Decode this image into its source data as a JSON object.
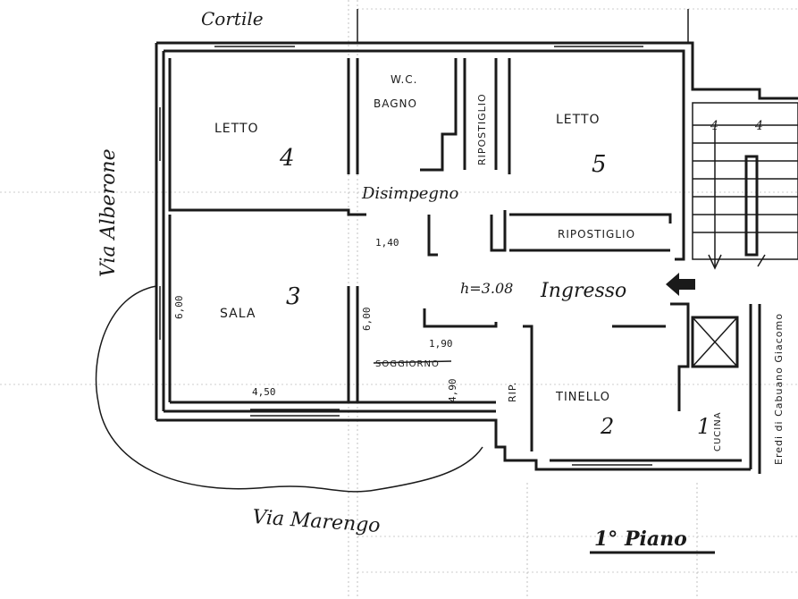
{
  "labels": {
    "courtyard": "Cortile",
    "street_left": "Via Alberone",
    "street_bottom": "Via Marengo",
    "neighbor_right": "Eredi di Cabuano Giacomo",
    "floor": "1° Piano",
    "height": "h=3.08",
    "entrance": "Ingresso",
    "disimpegno": "Disimpegno",
    "cucina": "CUCINA"
  },
  "rooms": {
    "letto4": {
      "name": "LETTO",
      "number": "4"
    },
    "wc_bagno": {
      "name_top": "W.C.",
      "name": "BAGNO"
    },
    "ripostiglio_top": {
      "name": "RIPOSTIGLIO"
    },
    "letto5": {
      "name": "LETTO",
      "number": "5"
    },
    "ripostiglio_mid": {
      "name": "RIPOSTIGLIO"
    },
    "sala": {
      "name": "SALA",
      "number": "3"
    },
    "soggiorno": {
      "name": "SOGGIORNO"
    },
    "tinello": {
      "name": "TINELLO",
      "number": "2"
    },
    "cucina": {
      "number": "1"
    },
    "rip_small": {
      "name": "RIP."
    }
  },
  "dimensions": {
    "d1": "1,40",
    "d2": "6,00",
    "d3": "4,50",
    "d4": "6,00",
    "d5": "1,90",
    "d6": "4,90"
  },
  "stair_marks": {
    "left": "4",
    "right": "4"
  }
}
